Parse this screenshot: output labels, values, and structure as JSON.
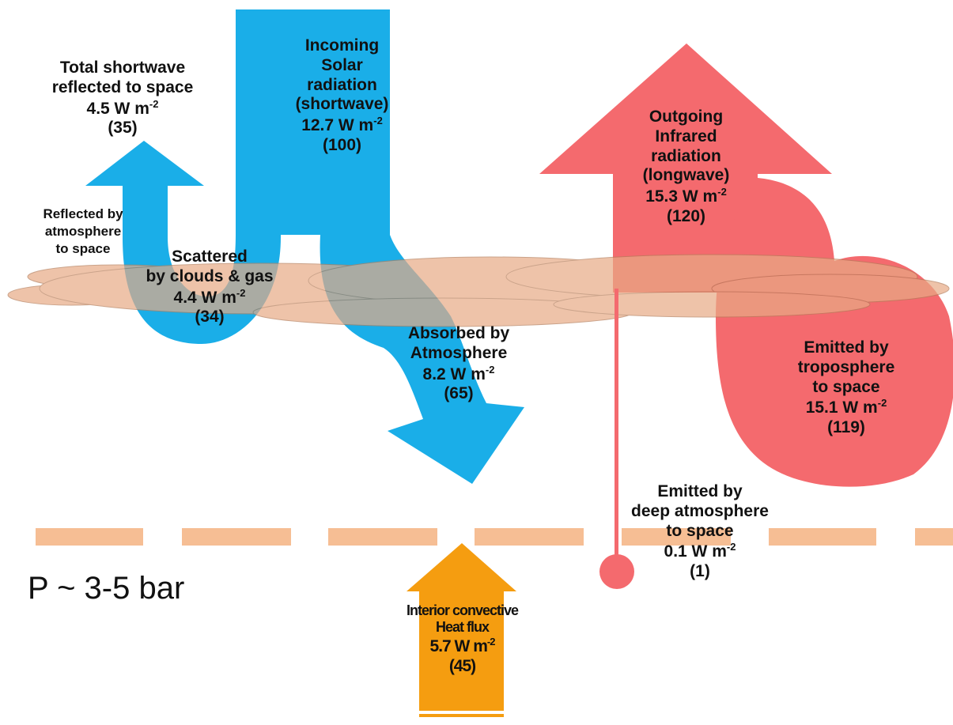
{
  "flows": {
    "incoming": {
      "l1": "Incoming",
      "l2": "Solar",
      "l3": "radiation",
      "l4": "(shortwave)",
      "value": "12.7 W m",
      "exp": "-2",
      "pct": "(100)"
    },
    "reflected_total": {
      "l1": "Total shortwave",
      "l2": "reflected to space",
      "value": "4.5 W m",
      "exp": "-2",
      "pct": "(35)"
    },
    "reflected_atm": {
      "l1": "Reflected by",
      "l2": "atmosphere",
      "l3": "to space"
    },
    "scattered": {
      "l1": "Scattered",
      "l2": "by clouds & gas",
      "value": "4.4 W m",
      "exp": "-2",
      "pct": "(34)"
    },
    "absorbed": {
      "l1": "Absorbed by",
      "l2": "Atmosphere",
      "value": "8.2 W m",
      "exp": "-2",
      "pct": "(65)"
    },
    "outgoing": {
      "l1": "Outgoing",
      "l2": "Infrared",
      "l3": "radiation",
      "l4": "(longwave)",
      "value": "15.3 W m",
      "exp": "-2",
      "pct": "(120)"
    },
    "troposphere": {
      "l1": "Emitted by",
      "l2": "troposphere",
      "l3": "to space",
      "value": "15.1 W m",
      "exp": "-2",
      "pct": "(119)"
    },
    "deep": {
      "l1": "Emitted by",
      "l2": "deep atmosphere",
      "l3": "to space",
      "value": "0.1 W m",
      "exp": "-2",
      "pct": "(1)"
    },
    "interior": {
      "l1": "Interior convective",
      "l2": "Heat flux",
      "value": "5.7 W m",
      "exp": "-2",
      "pct": "(45)"
    }
  },
  "pressure_label": "P ~ 3-5 bar",
  "colors": {
    "shortwave": "#1aaee8",
    "longwave": "#f46a6e",
    "cloud": "#e8ab86",
    "interior": "#f59d10",
    "dash": "#f6be94"
  }
}
